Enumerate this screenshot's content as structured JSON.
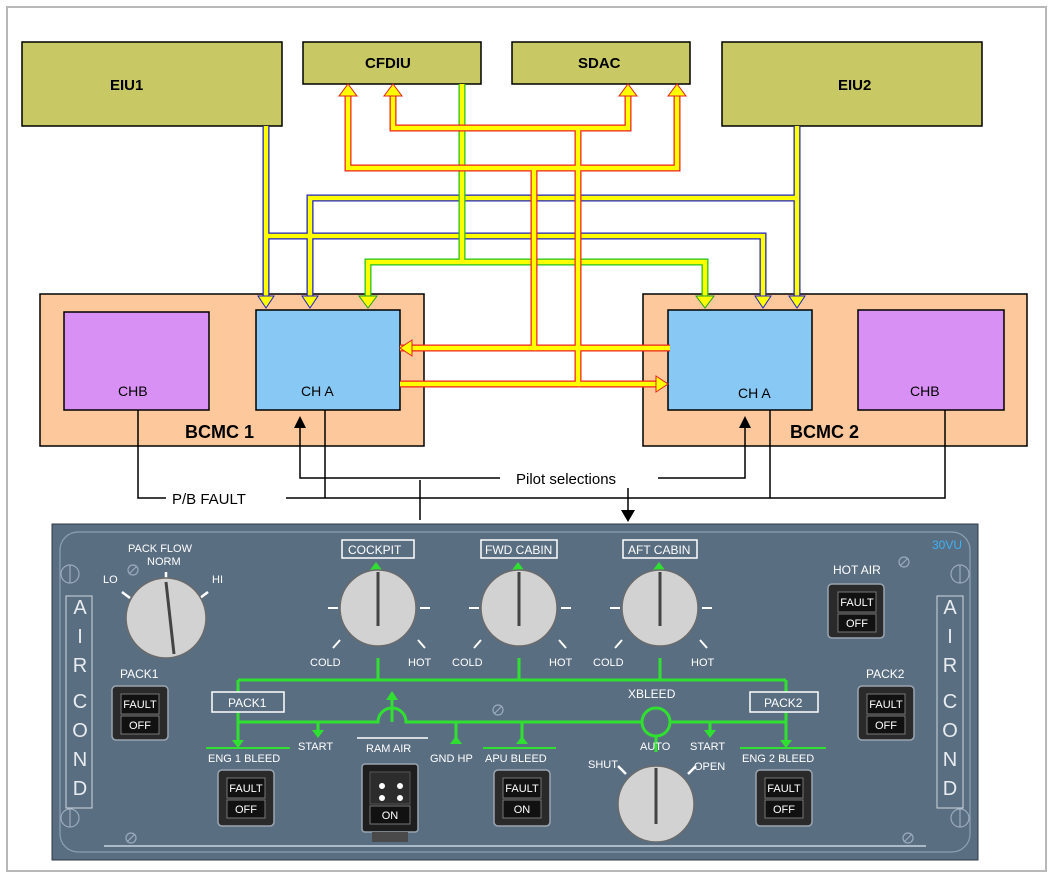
{
  "diagram": {
    "boxes": {
      "eiu1": "EIU1",
      "cfdiu": "CFDIU",
      "sdac": "SDAC",
      "eiu2": "EIU2",
      "chb1": "CHB",
      "cha1": "CH A",
      "bcmc1": "BCMC 1",
      "cha2": "CH A",
      "chb2": "CHB",
      "bcmc2": "BCMC 2"
    },
    "labels": {
      "pb_fault": "P/B FAULT",
      "pilot_selections": "Pilot selections"
    }
  },
  "panel": {
    "id_label": "30VU",
    "side_left": [
      "A",
      "I",
      "R",
      "C",
      "O",
      "N",
      "D"
    ],
    "side_right": [
      "A",
      "I",
      "R",
      "C",
      "O",
      "N",
      "D"
    ],
    "pack_flow": {
      "title_1": "PACK FLOW",
      "title_2": "NORM",
      "lo": "LO",
      "hi": "HI"
    },
    "knobs": {
      "cockpit": "COCKPIT",
      "fwd_cabin": "FWD CABIN",
      "aft_cabin": "AFT CABIN",
      "cold": "COLD",
      "hot": "HOT"
    },
    "hot_air": {
      "label": "HOT AIR",
      "top": "FAULT",
      "bottom": "OFF"
    },
    "pack1_pb": {
      "label": "PACK1",
      "top": "FAULT",
      "bottom": "OFF"
    },
    "pack2_pb": {
      "label": "PACK2",
      "top": "FAULT",
      "bottom": "OFF"
    },
    "pack1_box": "PACK1",
    "pack2_box": "PACK2",
    "xbleed": {
      "label": "XBLEED",
      "shut": "SHUT",
      "auto": "AUTO",
      "open": "OPEN"
    },
    "start_left": "START",
    "start_right": "START",
    "eng1_bleed": {
      "label": "ENG 1 BLEED",
      "top": "FAULT",
      "bottom": "OFF"
    },
    "ram_air": {
      "label": "RAM AIR",
      "bottom": "ON"
    },
    "gnd_hp": "GND HP",
    "apu_bleed": {
      "label": "APU BLEED",
      "top": "FAULT",
      "bottom": "ON"
    },
    "eng2_bleed": {
      "label": "ENG 2 BLEED",
      "top": "FAULT",
      "bottom": "OFF"
    }
  }
}
